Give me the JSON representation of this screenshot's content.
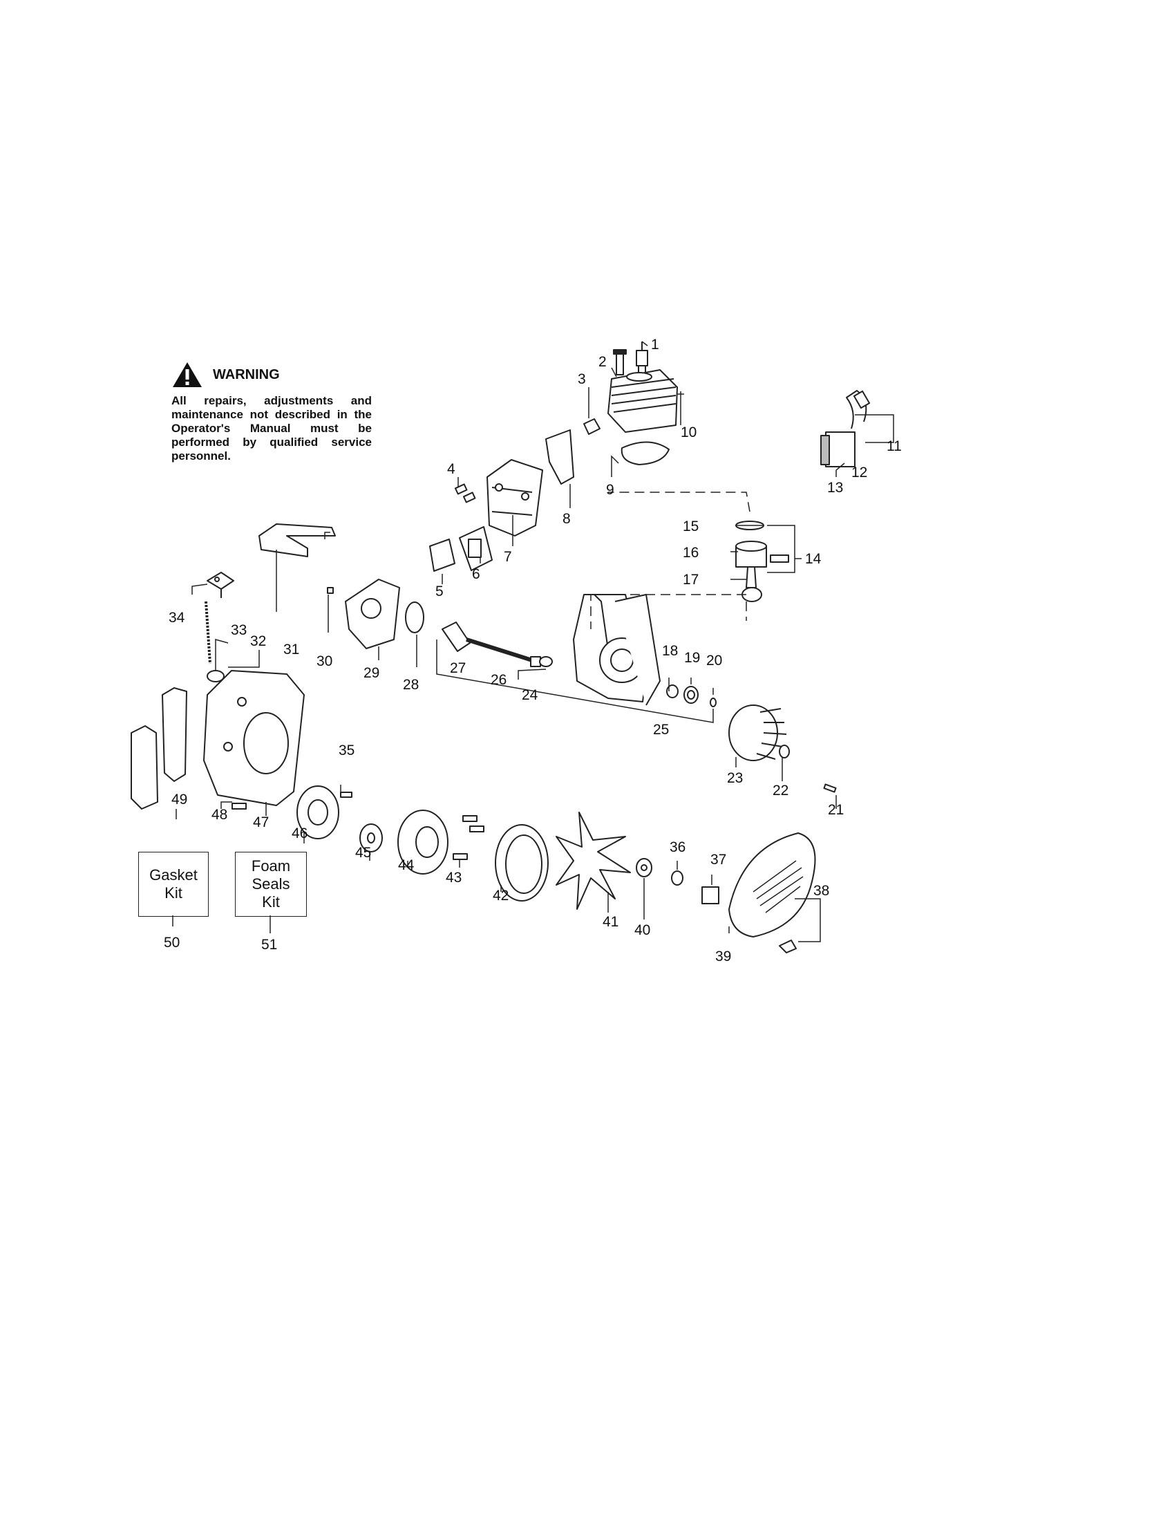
{
  "warning": {
    "title": "WARNING",
    "text": "All repairs, adjustments and maintenance not described in the Operator's Manual must be performed by qualified service personnel."
  },
  "kits": [
    {
      "id": "gasket-kit",
      "label": "Gasket\nKit",
      "number": "50"
    },
    {
      "id": "foam-seals-kit",
      "label": "Foam\nSeals\nKit",
      "number": "51"
    }
  ],
  "callouts": [
    "1",
    "2",
    "3",
    "4",
    "5",
    "6",
    "7",
    "8",
    "9",
    "10",
    "11",
    "12",
    "13",
    "14",
    "15",
    "16",
    "17",
    "18",
    "19",
    "20",
    "21",
    "22",
    "23",
    "24",
    "25",
    "26",
    "27",
    "28",
    "29",
    "30",
    "31",
    "32",
    "33",
    "34",
    "35",
    "36",
    "37",
    "38",
    "39",
    "40",
    "41",
    "42",
    "43",
    "44",
    "45",
    "46",
    "47",
    "48",
    "49"
  ],
  "colors": {
    "line": "#222222",
    "fill": "#ffffff",
    "shade": "#bbbbbb"
  }
}
